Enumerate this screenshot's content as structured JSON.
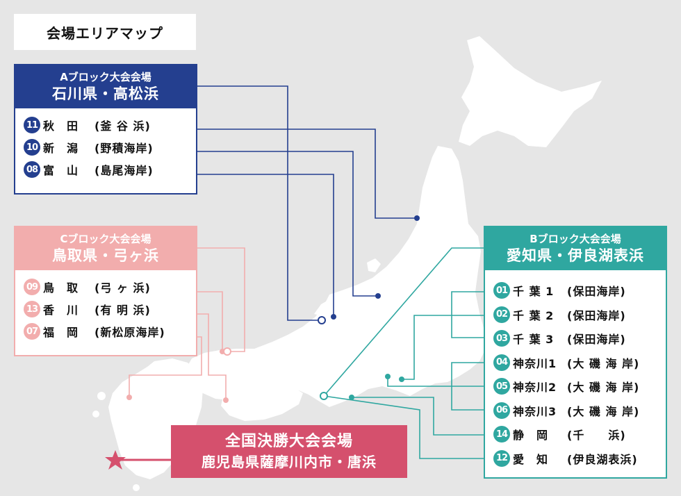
{
  "title": "会場エリアマップ",
  "colors": {
    "block_a": "#243f8f",
    "block_b": "#2fa7a0",
    "block_c": "#f2adad",
    "national": "#d5506d",
    "land": "#ffffff",
    "sea": "#e6e6e6"
  },
  "block_a": {
    "subtitle": "Aブロック大会会場",
    "title": "石川県・高松浜",
    "venues": [
      {
        "num": "11",
        "name": "秋　田",
        "place": "(釜 谷 浜)"
      },
      {
        "num": "10",
        "name": "新　潟",
        "place": "(野積海岸)"
      },
      {
        "num": "08",
        "name": "富　山",
        "place": "(島尾海岸)"
      }
    ]
  },
  "block_c": {
    "subtitle": "Cブロック大会会場",
    "title": "鳥取県・弓ヶ浜",
    "venues": [
      {
        "num": "09",
        "name": "鳥　取",
        "place": "(弓 ヶ 浜)"
      },
      {
        "num": "13",
        "name": "香　川",
        "place": "(有 明 浜)"
      },
      {
        "num": "07",
        "name": "福　岡",
        "place": "(新松原海岸)"
      }
    ]
  },
  "block_b": {
    "subtitle": "Bブロック大会会場",
    "title": "愛知県・伊良湖表浜",
    "venues": [
      {
        "num": "01",
        "name": "千 葉 1",
        "place": "(保田海岸)"
      },
      {
        "num": "02",
        "name": "千 葉 2",
        "place": "(保田海岸)"
      },
      {
        "num": "03",
        "name": "千 葉 3",
        "place": "(保田海岸)"
      },
      {
        "num": "04",
        "name": "神奈川1",
        "place": "(大 磯 海 岸)"
      },
      {
        "num": "05",
        "name": "神奈川2",
        "place": "(大 磯 海 岸)"
      },
      {
        "num": "06",
        "name": "神奈川3",
        "place": "(大 磯 海 岸)"
      },
      {
        "num": "14",
        "name": "静　岡",
        "place": "(千　　浜)"
      },
      {
        "num": "12",
        "name": "愛　知",
        "place": "(伊良湖表浜)"
      }
    ]
  },
  "national": {
    "title": "全国決勝大会会場",
    "location": "鹿児島県薩摩川内市・唐浜"
  }
}
